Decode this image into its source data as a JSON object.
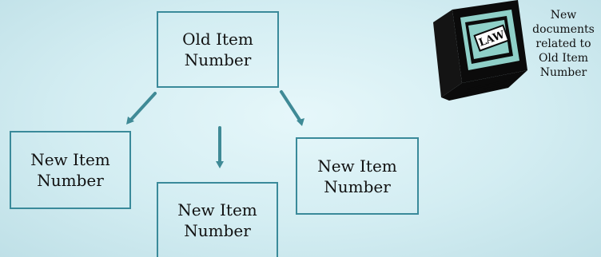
{
  "diagram": {
    "boxes": {
      "old_item": "Old Item\nNumber",
      "new_item_left": "New Item\nNumber",
      "new_item_middle": "New Item\nNumber",
      "new_item_right": "New Item\nNumber"
    },
    "book": {
      "stamp_text": "LAW",
      "caption": "New\ndocuments\nrelated to\nOld Item\nNumber"
    },
    "colors": {
      "border": "#3a8a9a",
      "connector": "#3f8a96",
      "background": "#d3edf2"
    }
  }
}
